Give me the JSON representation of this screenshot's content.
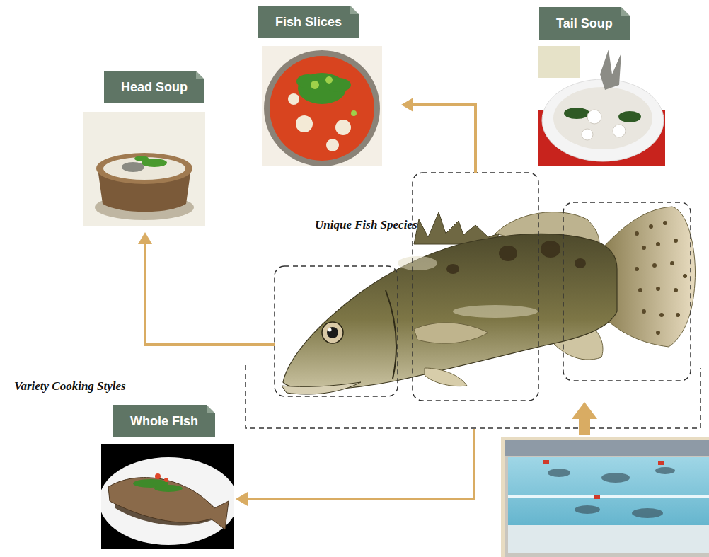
{
  "diagram": {
    "nodes": [
      {
        "text": [
          "Fish Slices"
        ]
      },
      {
        "text": [
          "Tail Soup"
        ]
      },
      {
        "text": [
          "Head Soup"
        ]
      },
      {
        "text": [
          "Whole Fish"
        ]
      }
    ],
    "labels": [
      "Unique Fish Species",
      "Variety Cooking Styles"
    ]
  }
}
